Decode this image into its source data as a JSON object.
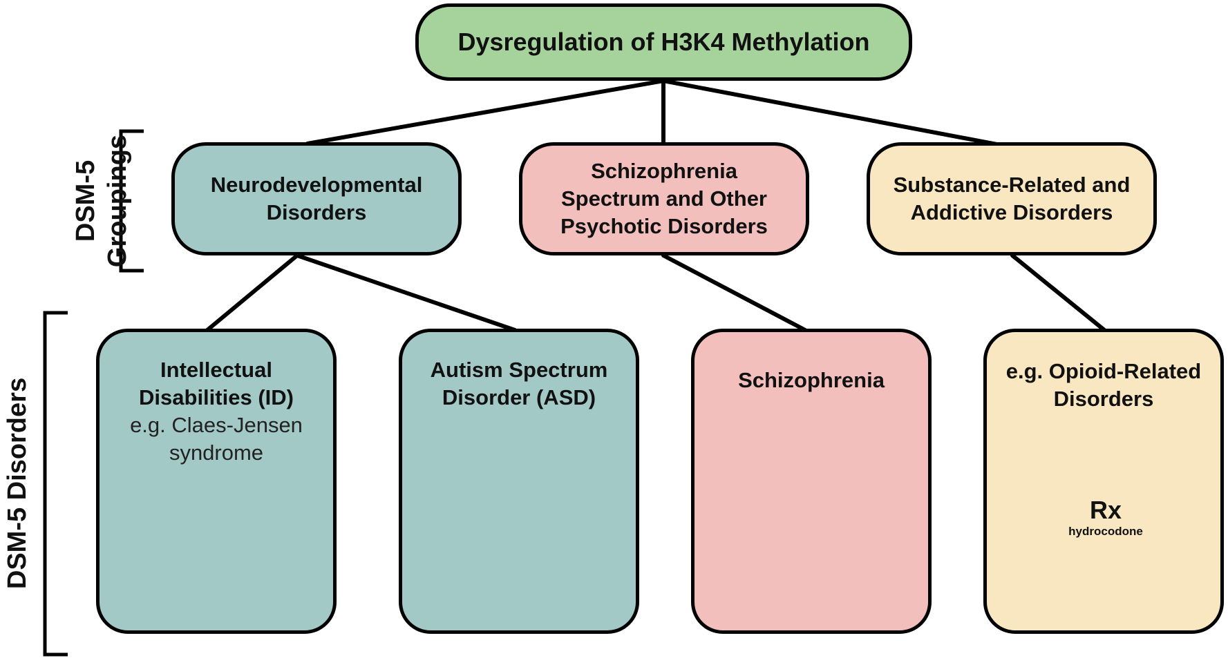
{
  "root": {
    "label": "Dysregulation of H3K4 Methylation"
  },
  "side_labels": {
    "groupings_line1": "DSM-5",
    "groupings_line2": "Groupings",
    "disorders": "DSM-5 Disorders"
  },
  "groupings": [
    {
      "line1": "Neurodevelopmental",
      "line2": "Disorders",
      "line3": "",
      "color": "#a3c9c6"
    },
    {
      "line1": "Schizophrenia",
      "line2": "Spectrum and Other",
      "line3": "Psychotic Disorders",
      "color": "#f2bfbd"
    },
    {
      "line1": "Substance-Related and",
      "line2": "Addictive Disorders",
      "line3": "",
      "color": "#f9e7c2"
    }
  ],
  "disorders": [
    {
      "line1": "Intellectual",
      "line2": "Disabilities (ID)",
      "note1": "e.g. Claes-Jensen",
      "note2": "syndrome",
      "icon": "puzzle-pieces-icon"
    },
    {
      "line1": "Autism Spectrum",
      "line2": "Disorder (ASD)",
      "icon": "puzzle-piece-icon"
    },
    {
      "line1": "Schizophrenia",
      "icon": "head-with-bubbles-icon"
    },
    {
      "line1": "e.g. Opioid-Related",
      "line2": "Disorders",
      "icon": "pill-bottle-icon"
    }
  ],
  "pill_bottle": {
    "rx": "Rx",
    "drug": "hydrocodone"
  },
  "colors": {
    "root": "#a5d39b",
    "neurodevelopmental": "#a3c9c6",
    "schizophrenia": "#f2bfbd",
    "substance": "#f9e7c2",
    "asd_puzzle": "#6aa8e0",
    "pill_orange": "#f0901e"
  }
}
